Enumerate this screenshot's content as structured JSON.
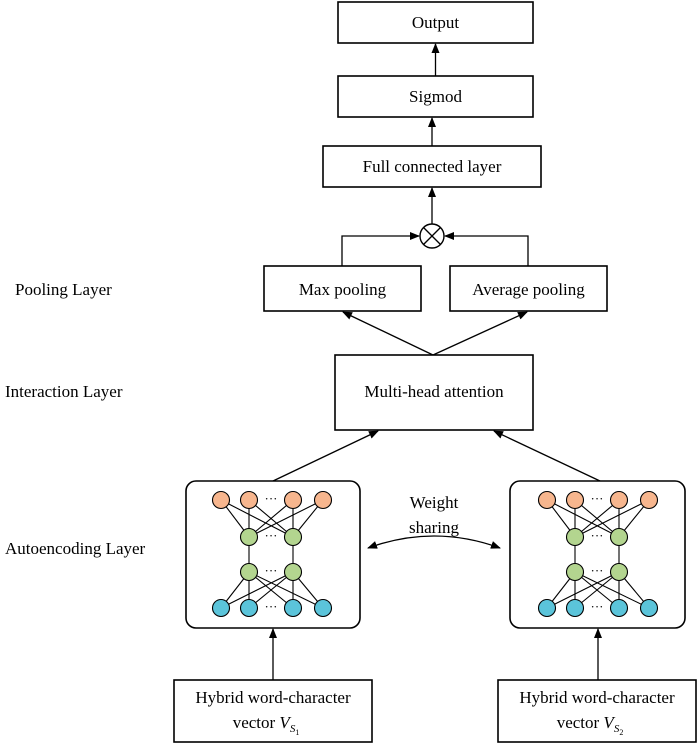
{
  "colors": {
    "top_node": "#F7B68E",
    "middle_node": "#B3D58F",
    "bottom_node": "#5BC4DA",
    "line": "#000000"
  },
  "side_labels": {
    "pooling": "Pooling Layer",
    "interaction": "Interaction Layer",
    "autoencoding": "Autoencoding Layer"
  },
  "boxes": {
    "output": "Output",
    "sigmoid": "Sigmod",
    "fully_connected": "Full connected layer",
    "max_pooling": "Max pooling",
    "average_pooling": "Average pooling",
    "attention": "Multi-head attention"
  },
  "weight_sharing": [
    "Weight",
    "sharing"
  ],
  "inputs": [
    {
      "line1": "Hybrid word-character",
      "line2": "vector",
      "symbol": "V",
      "sub": "S",
      "subsub": "1"
    },
    {
      "line1": "Hybrid word-character",
      "line2": "vector",
      "symbol": "V",
      "sub": "S",
      "subsub": "2"
    }
  ],
  "operator": "⊗",
  "ellipsis": "···"
}
